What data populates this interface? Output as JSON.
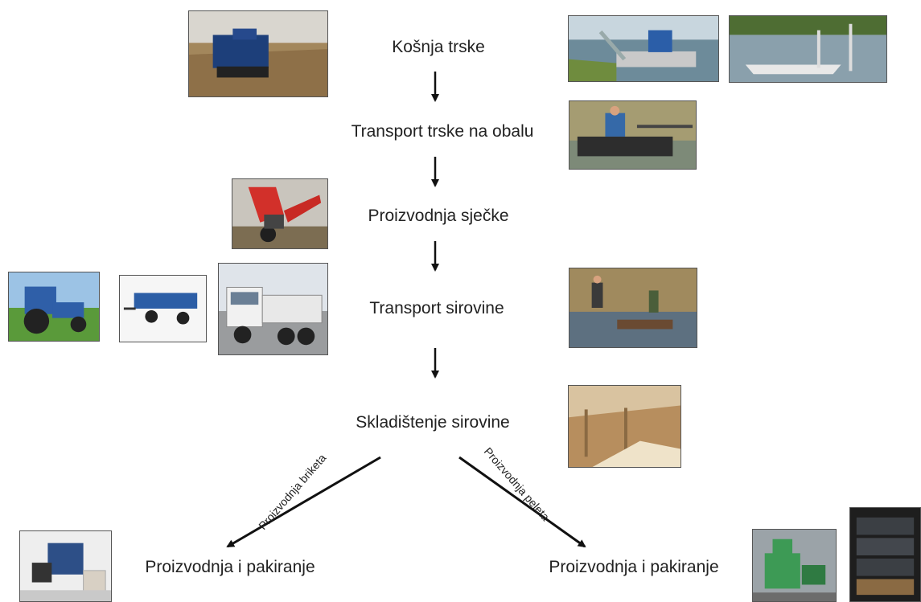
{
  "steps": {
    "harvest": "Košnja trske",
    "transport_shore": "Transport trske na obalu",
    "chip_production": "Proizvodnja sječke",
    "raw_transport": "Transport sirovine",
    "storage": "Skladištenje sirovine",
    "left_packaging": "Proizvodnja i pakiranje",
    "right_packaging": "Proizvodnja i pakiranje"
  },
  "branches": {
    "briquettes": "Proizvodnja briketa",
    "pellets": "Proizvodnja peleta"
  },
  "icons": {
    "arrow": "down-arrow",
    "branch_arrow": "diagonal-arrow"
  }
}
